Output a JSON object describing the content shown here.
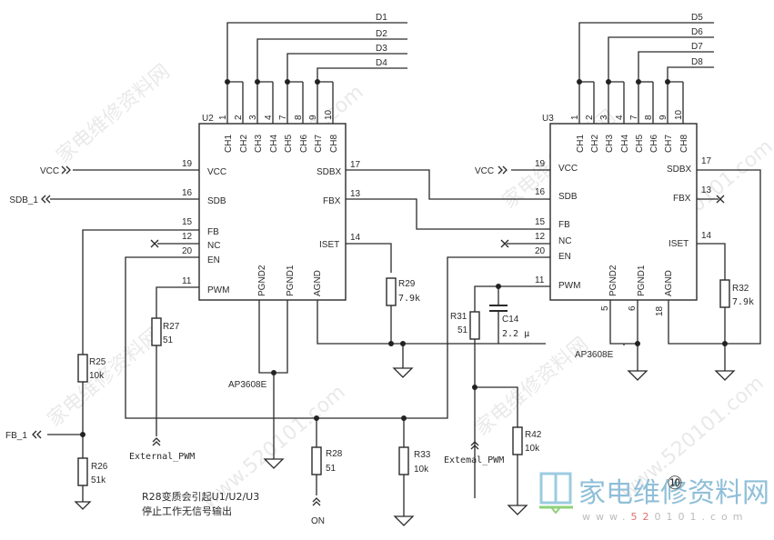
{
  "watermark": {
    "text_cn": "家电维修资料网",
    "text_url": "www.520101.com"
  },
  "logo": {
    "text_cn": "家电维修资料网",
    "url_prefix": "www.",
    "url_red": "52",
    "url_rest": "0101.com",
    "colors": {
      "book": "#9ccbe0",
      "base": "#8fd07a",
      "red": "#e07070"
    }
  },
  "page_marker": "⑩",
  "u2": {
    "ref": "U2",
    "part": "AP3608E",
    "top_pins": [
      "1",
      "2",
      "3",
      "4",
      "7",
      "8",
      "9",
      "10"
    ],
    "top_labels": [
      "CH1",
      "CH2",
      "CH3",
      "CH4",
      "CH5",
      "CH6",
      "CH7",
      "CH8"
    ],
    "left": [
      {
        "num": "19",
        "name": "VCC"
      },
      {
        "num": "16",
        "name": "SDB"
      },
      {
        "num": "15",
        "name": "FB"
      },
      {
        "num": "12",
        "name": "NC"
      },
      {
        "num": "20",
        "name": "EN"
      },
      {
        "num": "11",
        "name": "PWM"
      }
    ],
    "right": [
      {
        "num": "17",
        "name": "SDBX"
      },
      {
        "num": "13",
        "name": "FBX"
      },
      {
        "num": "14",
        "name": "ISET"
      }
    ],
    "bottom_labels": [
      "PGND2",
      "PGND1",
      "AGND"
    ]
  },
  "u3": {
    "ref": "U3",
    "part": "AP3608E",
    "top_pins": [
      "1",
      "2",
      "3",
      "4",
      "7",
      "8",
      "9",
      "10"
    ],
    "top_labels": [
      "CH1",
      "CH2",
      "CH3",
      "CH4",
      "CH5",
      "CH6",
      "CH7",
      "CH8"
    ],
    "left": [
      {
        "num": "19",
        "name": "VCC"
      },
      {
        "num": "16",
        "name": "SDB"
      },
      {
        "num": "15",
        "name": "FB"
      },
      {
        "num": "12",
        "name": "NC"
      },
      {
        "num": "20",
        "name": "EN"
      },
      {
        "num": "11",
        "name": "PWM"
      }
    ],
    "right": [
      {
        "num": "17",
        "name": "SDBX"
      },
      {
        "num": "13",
        "name": "FBX"
      },
      {
        "num": "14",
        "name": "ISET"
      }
    ],
    "bottom_labels": [
      "PGND2",
      "PGND1",
      "AGND"
    ],
    "bottom_pins": [
      "5",
      "6",
      "18"
    ]
  },
  "nets": {
    "d_left": [
      "D1",
      "D2",
      "D3",
      "D4"
    ],
    "d_right": [
      "D5",
      "D6",
      "D7",
      "D8"
    ],
    "vcc1": "VCC",
    "vcc2": "VCC",
    "sdb1": "SDB_1",
    "fb1": "FB_1",
    "ext_pwm1": "External_PWM",
    "ext_pwm2": "Extemal_PWM",
    "on": "ON"
  },
  "components": {
    "r25": {
      "ref": "R25",
      "value": "10k"
    },
    "r26": {
      "ref": "R26",
      "value": "51k"
    },
    "r27": {
      "ref": "R27",
      "value": "51"
    },
    "r28": {
      "ref": "R28",
      "value": "51"
    },
    "r29": {
      "ref": "R29",
      "value": "7.9k"
    },
    "r31": {
      "ref": "R31",
      "value": "51"
    },
    "r32": {
      "ref": "R32",
      "value": "7.9k"
    },
    "r33": {
      "ref": "R33",
      "value": "10k"
    },
    "r42": {
      "ref": "R42",
      "value": "10k"
    },
    "c14": {
      "ref": "C14",
      "value": "2.2 μ"
    }
  },
  "note": {
    "line1": "R28变质会引起U1/U2/U3",
    "line2": "停止工作无信号输出"
  }
}
